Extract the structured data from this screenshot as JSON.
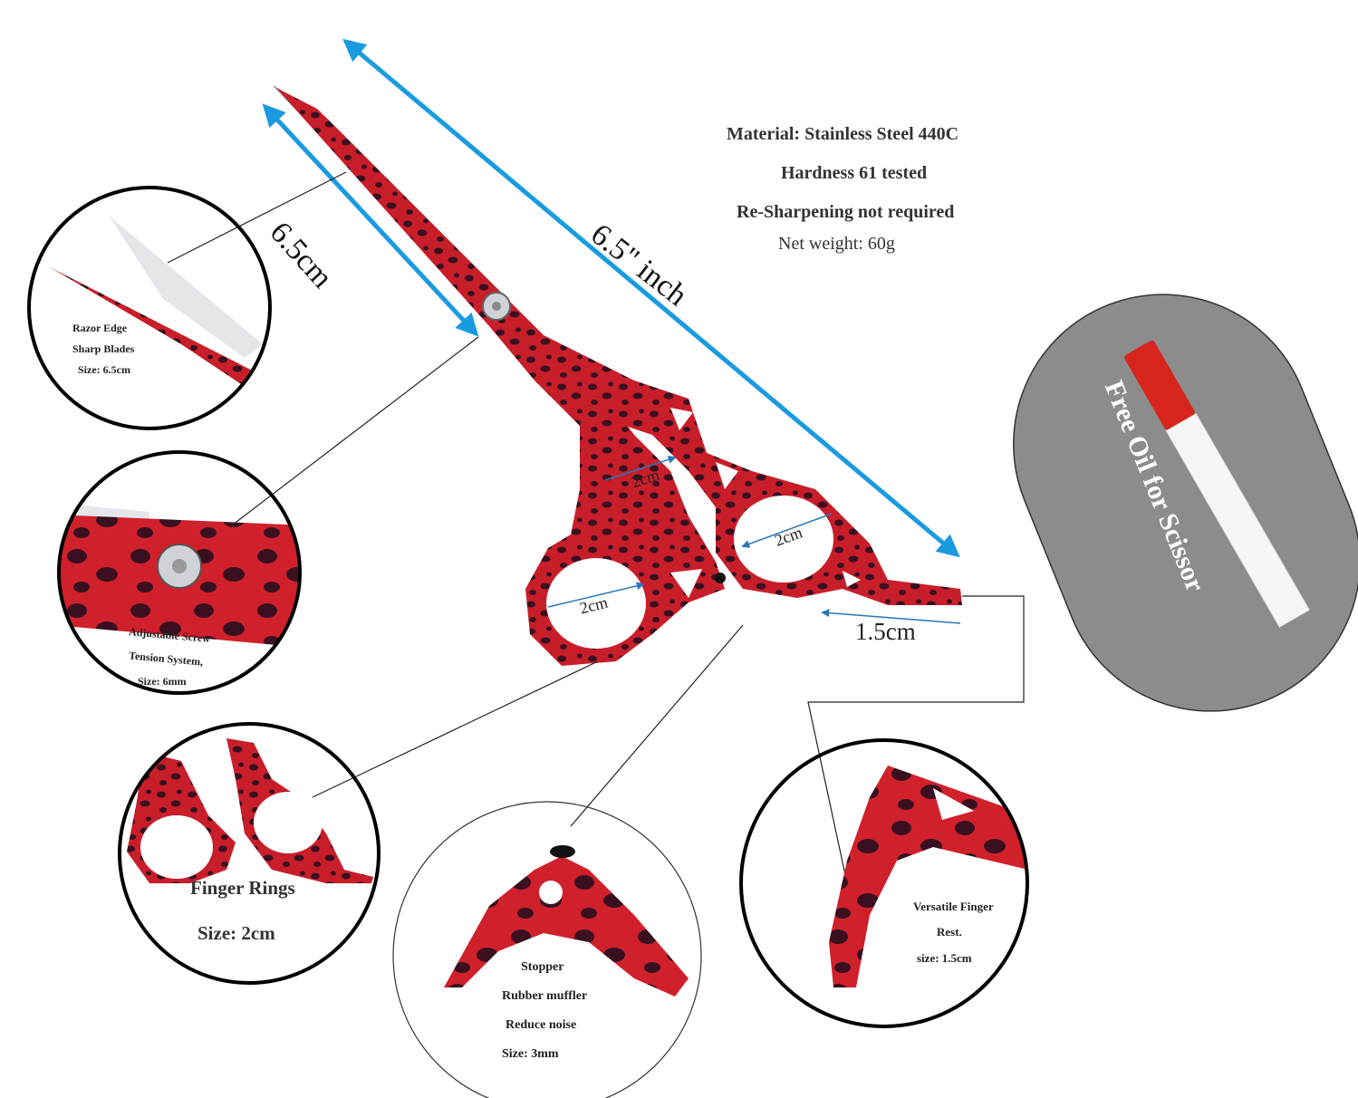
{
  "specs": {
    "material": "Material: Stainless Steel 440C",
    "hardness": "Hardness 61 tested",
    "sharpening": "Re-Sharpening not required",
    "weight": "Net weight: 60g"
  },
  "measurements": {
    "blade_length": "6.5cm",
    "total_length": "6.5\" inch",
    "ring_upper_1": "2cm",
    "ring_upper_2": "2cm",
    "ring_lower": "2cm",
    "finger_rest": "1.5cm"
  },
  "callouts": {
    "blade": {
      "line1": "Razor Edge",
      "line2": "Sharp Blades",
      "line3": "Size: 6.5cm"
    },
    "screw": {
      "line1": "Adjustable Screw",
      "line2": "Tension System,",
      "line3": "Size: 6mm"
    },
    "rings": {
      "line1": "Finger Rings",
      "line2": "Size: 2cm"
    },
    "stopper": {
      "line1": "Stopper",
      "line2": "Rubber muffler",
      "line3": "Reduce noise",
      "line4": "Size: 3mm"
    },
    "rest": {
      "line1": "Versatile Finger",
      "line2": "Rest.",
      "line3": "size: 1.5cm"
    }
  },
  "oil_badge": {
    "label": "Free Oil for Scissor"
  },
  "colors": {
    "arrow": "#1a9be0",
    "scissor": "#c81e2a",
    "spots": "#3a1020",
    "badge": "#8c8c8c"
  }
}
